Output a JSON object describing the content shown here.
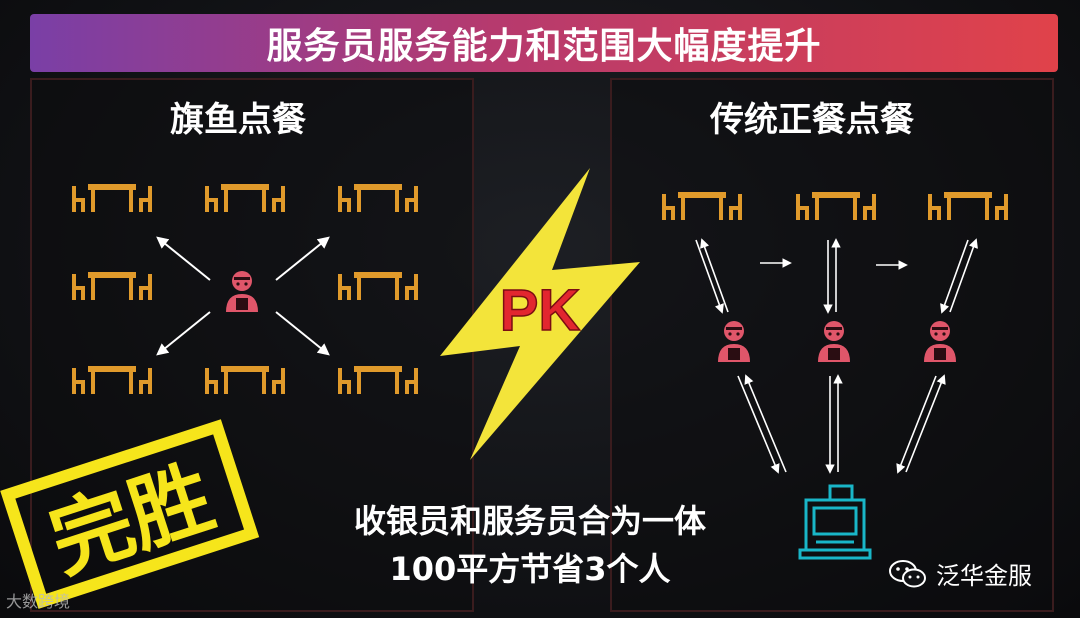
{
  "header": {
    "title": "服务员服务能力和范围大幅度提升"
  },
  "left": {
    "title": "旗鱼点餐"
  },
  "right": {
    "title": "传统正餐点餐"
  },
  "center": {
    "pk": "PK"
  },
  "bottom": {
    "line1": "收银员和服务员合为一体",
    "line2": "100平方节省3个人"
  },
  "badge": {
    "text": "完胜"
  },
  "brand": {
    "wechat_name": "泛华金服"
  },
  "watermark": {
    "text": "大数跨境"
  },
  "colors": {
    "table": "#e09a2b",
    "waiter": "#e0566a",
    "register": "#19b6c8",
    "bolt": "#f3e43a",
    "pk": "#e2262f",
    "badge": "#f6e51b"
  }
}
